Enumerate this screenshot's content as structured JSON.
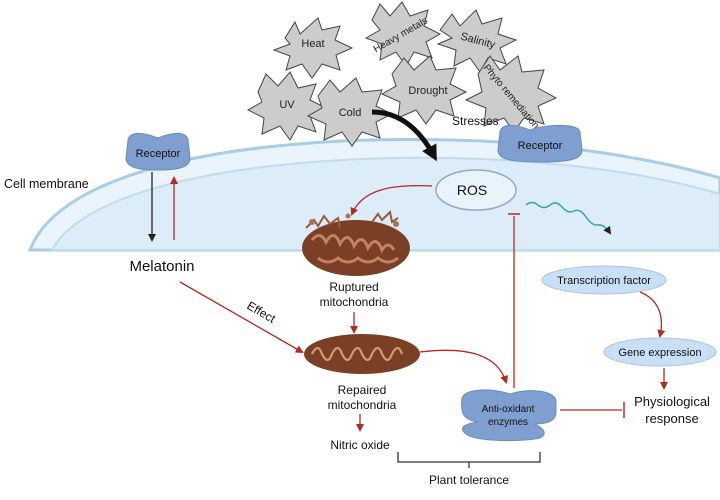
{
  "stresses": {
    "label": "Stresses",
    "items": [
      "Heat",
      "Heavy metals",
      "Salinity",
      "UV",
      "Cold",
      "Drought",
      "Phyto remediation"
    ]
  },
  "cell_membrane_label": "Cell membrane",
  "receptor_left": "Receptor",
  "receptor_right": "Receptor",
  "ros": "ROS",
  "melatonin": "Melatonin",
  "effect": "Effect",
  "ruptured_mitochondria": [
    "Ruptured",
    "mitochondria"
  ],
  "repaired_mitochondria": [
    "Repaired",
    "mitochondria"
  ],
  "nitric_oxide": "Nitric oxide",
  "anti_oxidant_enzymes": [
    "Anti-oxidant",
    "enzymes"
  ],
  "transcription_factor": "Transcription factor",
  "gene_expression": "Gene expression",
  "physiological_response": [
    "Physiological",
    "response"
  ],
  "plant_tolerance": "Plant tolerance",
  "colors": {
    "receptor": "#7f9fd0",
    "cell_fill": "#dfeefa",
    "membrane": "#9cc7e4",
    "arrow_red": "#b22a22",
    "mito_outer": "#7a3f24",
    "mito_inner": "#a0583a",
    "box_fill": "#c9dff3",
    "stress_fill": "#c9c9c9",
    "wave": "#3aa89a"
  }
}
